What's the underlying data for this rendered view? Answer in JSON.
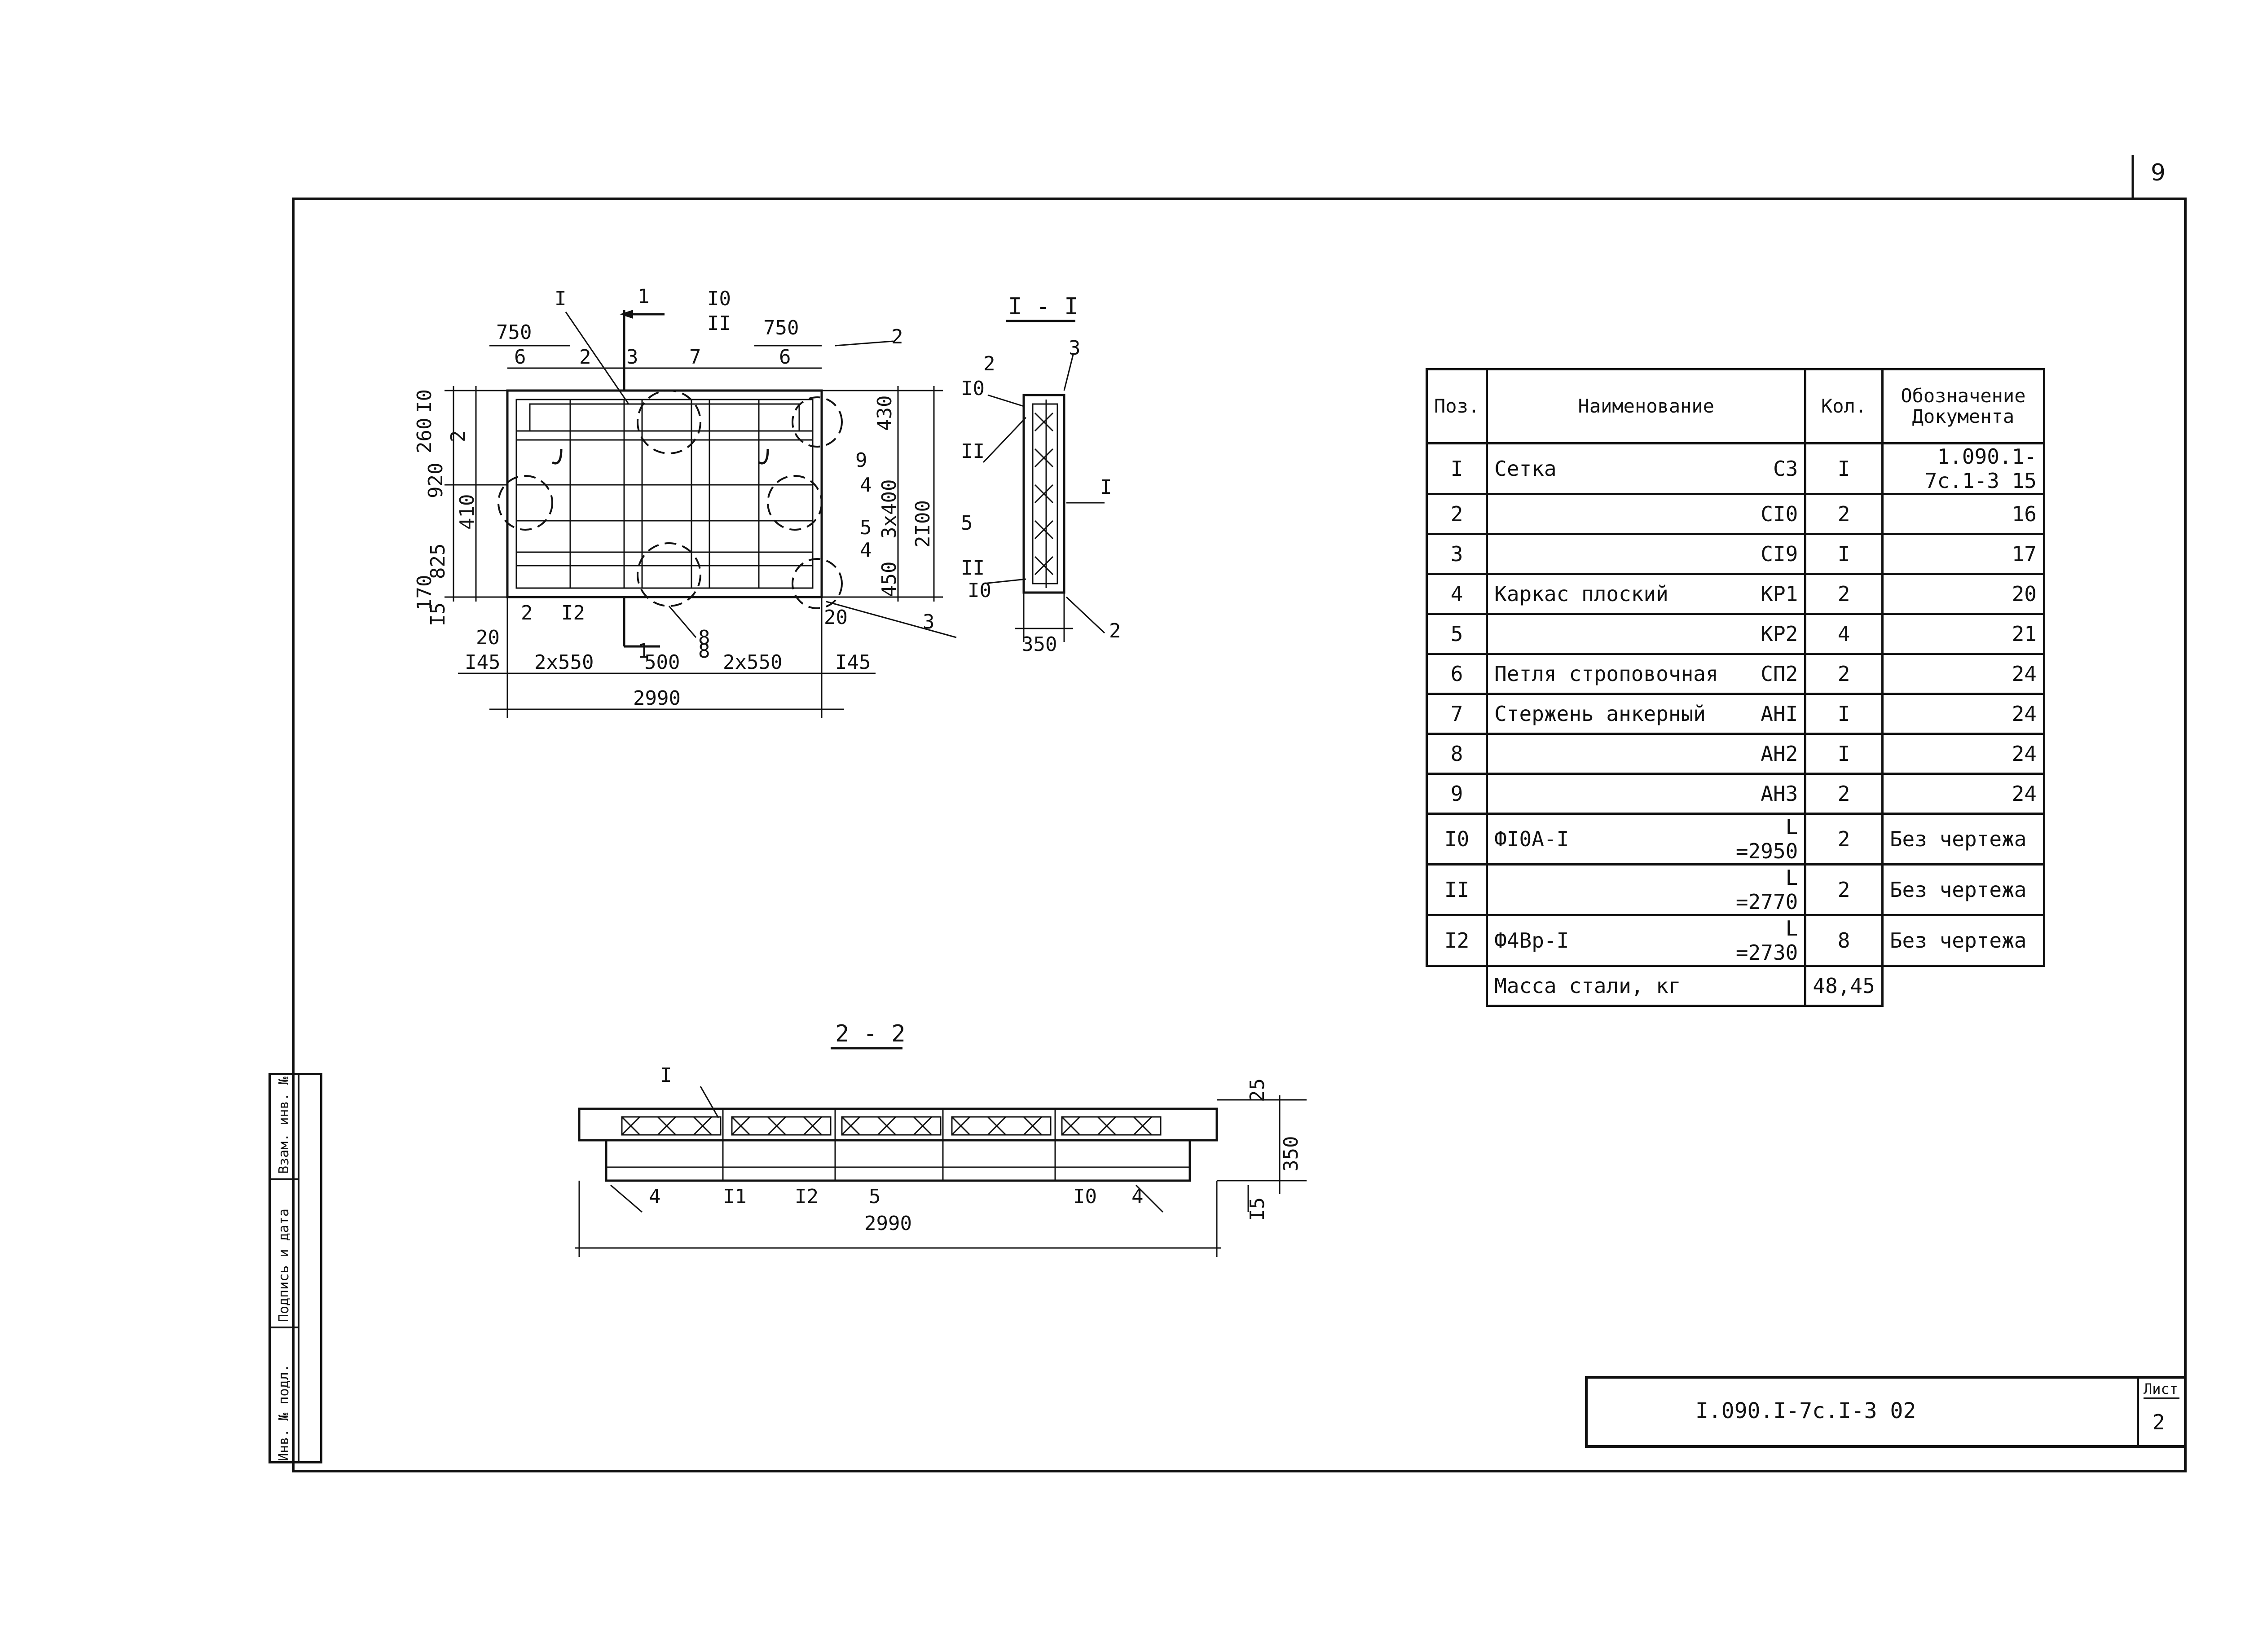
{
  "page_number": "9",
  "sections": {
    "section_1_1": "I - I",
    "section_2_2": "2 - 2"
  },
  "plan": {
    "callout_1": "I",
    "callout_10": "I0",
    "callout_11": "II",
    "cut_1": "1",
    "dim_750_left": "750",
    "dim_750_right": "750",
    "pos_6a": "6",
    "pos_2a": "2",
    "pos_3": "3",
    "pos_7": "7",
    "pos_6b": "6",
    "pos_2b": "2",
    "pos_9": "9",
    "pos_4a": "4",
    "pos_5": "5",
    "pos_4b": "4",
    "pos_3b": "3",
    "pos_8a": "8",
    "pos_8b": "8",
    "pos_2c": "2",
    "pos_12": "I2",
    "dim_10": "I0",
    "dim_260": "260",
    "dim_920": "920",
    "dim_2": "2",
    "dim_410": "410",
    "dim_825": "825",
    "dim_170": "170",
    "dim_15": "I5",
    "dim_430": "430",
    "dim_3x400": "3x400",
    "dim_2100": "2I00",
    "dim_450": "450",
    "dim_20_left": "20",
    "dim_20_right": "20",
    "dim_145_left": "I45",
    "dim_2x550_left": "2x550",
    "dim_500": "500",
    "cut_1b": "1",
    "dim_2x550_right": "2x550",
    "dim_145_right": "I45",
    "dim_2990": "2990"
  },
  "section_view": {
    "pos_2": "2",
    "pos_3": "3",
    "pos_10a": "I0",
    "pos_11a": "II",
    "pos_1": "I",
    "pos_5": "5",
    "pos_11b": "II",
    "pos_10b": "I0",
    "dim_350": "350",
    "pos_2b": "2"
  },
  "section_22": {
    "pos_1": "I",
    "dim_25": "25",
    "dim_350": "350",
    "dim_15": "I5",
    "pos_4a": "4",
    "pos_11": "I1",
    "pos_12": "I2",
    "pos_5": "5",
    "pos_10": "I0",
    "pos_4b": "4",
    "dim_2990": "2990"
  },
  "spec_table": {
    "headers": {
      "pos": "Поз.",
      "name": "Наименование",
      "qty": "Кол.",
      "doc": "Обозначение Документа"
    },
    "rows": [
      {
        "pos": "I",
        "name": "Сетка",
        "code": "С3",
        "qty": "I",
        "doc": "1.090.1-7с.1-3 15"
      },
      {
        "pos": "2",
        "name": "",
        "code": "СI0",
        "qty": "2",
        "doc": "16"
      },
      {
        "pos": "3",
        "name": "",
        "code": "СI9",
        "qty": "I",
        "doc": "17"
      },
      {
        "pos": "4",
        "name": "Каркас плоский",
        "code": "КР1",
        "qty": "2",
        "doc": "20"
      },
      {
        "pos": "5",
        "name": "",
        "code": "КР2",
        "qty": "4",
        "doc": "21"
      },
      {
        "pos": "6",
        "name": "Петля строповочная",
        "code": "СП2",
        "qty": "2",
        "doc": "24"
      },
      {
        "pos": "7",
        "name": "Стержень анкерный",
        "code": "АНI",
        "qty": "I",
        "doc": "24"
      },
      {
        "pos": "8",
        "name": "",
        "code": "АН2",
        "qty": "I",
        "doc": "24"
      },
      {
        "pos": "9",
        "name": "",
        "code": "АН3",
        "qty": "2",
        "doc": "24"
      },
      {
        "pos": "I0",
        "name": "ФI0А-I",
        "code": "L =2950",
        "qty": "2",
        "doc": "Без чертежа"
      },
      {
        "pos": "II",
        "name": "",
        "code": "L =2770",
        "qty": "2",
        "doc": "Без чертежа"
      },
      {
        "pos": "I2",
        "name": "Ф4Вр-I",
        "code": "L =2730",
        "qty": "8",
        "doc": "Без чертежа"
      }
    ],
    "mass_label": "Масса стали, кг",
    "mass_value": "48,45"
  },
  "title_block": {
    "code": "I.090.I-7с.I-3 02",
    "sheet_label": "Лист",
    "sheet_number": "2"
  },
  "side_strip": {
    "cell_1": "Инв. № подл.",
    "cell_2": "Подпись и дата",
    "cell_3": "Взам. инв. №"
  }
}
